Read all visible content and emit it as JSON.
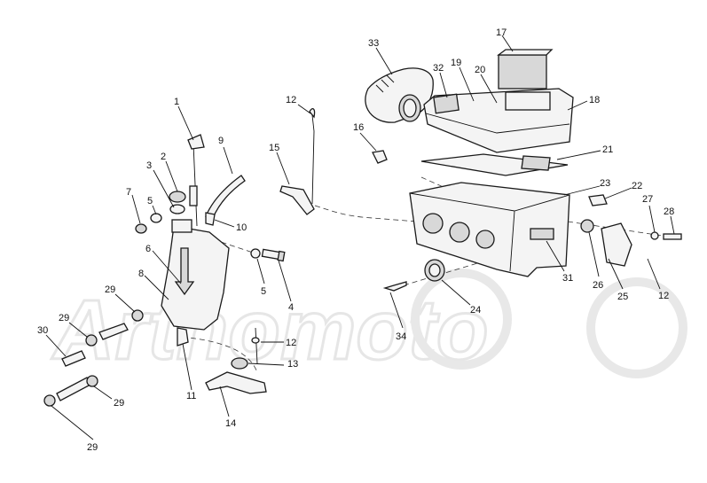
{
  "watermark": {
    "text": "Artnomoto"
  },
  "callouts": [
    {
      "id": "c1",
      "label": "1"
    },
    {
      "id": "c2",
      "label": "2"
    },
    {
      "id": "c3",
      "label": "3"
    },
    {
      "id": "c4",
      "label": "4"
    },
    {
      "id": "c5a",
      "label": "5"
    },
    {
      "id": "c5b",
      "label": "5"
    },
    {
      "id": "c6",
      "label": "6"
    },
    {
      "id": "c7",
      "label": "7"
    },
    {
      "id": "c8",
      "label": "8"
    },
    {
      "id": "c9",
      "label": "9"
    },
    {
      "id": "c10",
      "label": "10"
    },
    {
      "id": "c11",
      "label": "11"
    },
    {
      "id": "c12a",
      "label": "12"
    },
    {
      "id": "c12b",
      "label": "12"
    },
    {
      "id": "c12c",
      "label": "12"
    },
    {
      "id": "c13",
      "label": "13"
    },
    {
      "id": "c14",
      "label": "14"
    },
    {
      "id": "c15",
      "label": "15"
    },
    {
      "id": "c16",
      "label": "16"
    },
    {
      "id": "c17",
      "label": "17"
    },
    {
      "id": "c18",
      "label": "18"
    },
    {
      "id": "c19",
      "label": "19"
    },
    {
      "id": "c20",
      "label": "20"
    },
    {
      "id": "c21",
      "label": "21"
    },
    {
      "id": "c22",
      "label": "22"
    },
    {
      "id": "c23",
      "label": "23"
    },
    {
      "id": "c24",
      "label": "24"
    },
    {
      "id": "c25",
      "label": "25"
    },
    {
      "id": "c26",
      "label": "26"
    },
    {
      "id": "c27",
      "label": "27"
    },
    {
      "id": "c28",
      "label": "28"
    },
    {
      "id": "c29a",
      "label": "29"
    },
    {
      "id": "c29b",
      "label": "29"
    },
    {
      "id": "c29c",
      "label": "29"
    },
    {
      "id": "c29d",
      "label": "29"
    },
    {
      "id": "c30",
      "label": "30"
    },
    {
      "id": "c31",
      "label": "31"
    },
    {
      "id": "c32",
      "label": "32"
    },
    {
      "id": "c33",
      "label": "33"
    },
    {
      "id": "c34",
      "label": "34"
    }
  ]
}
